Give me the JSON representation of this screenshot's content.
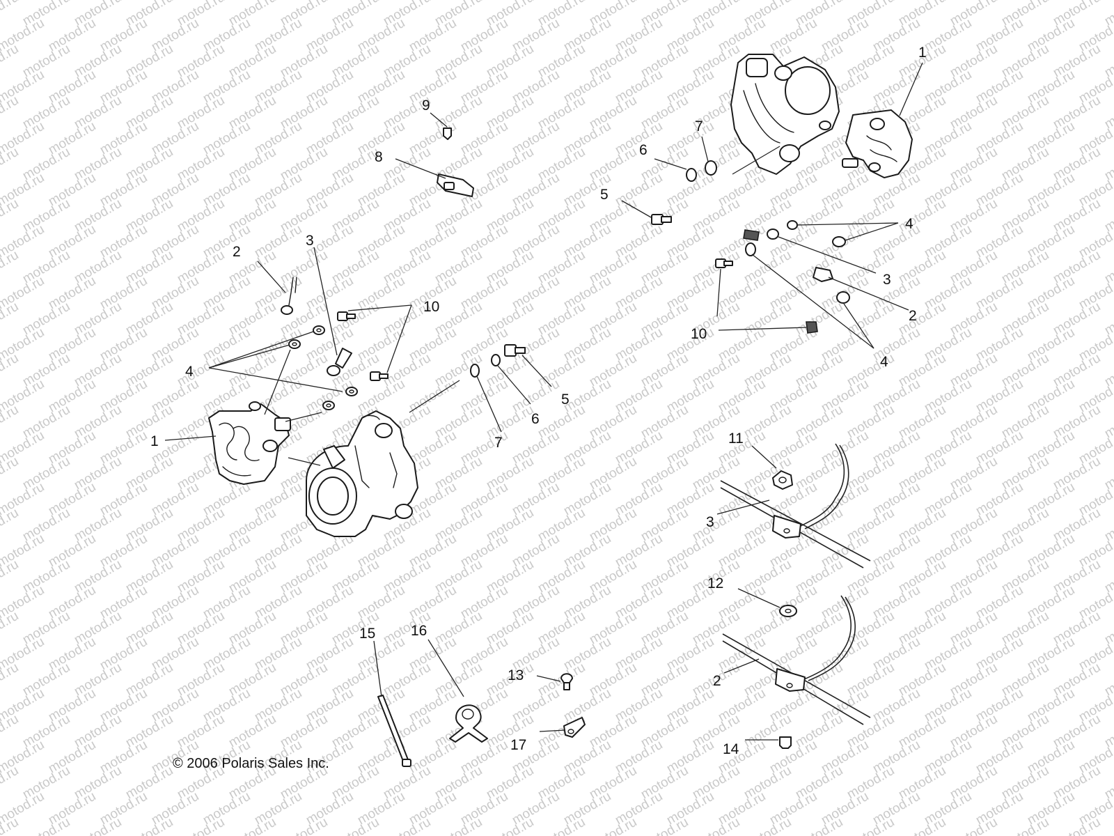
{
  "copyright": "© 2006 Polaris Sales Inc.",
  "watermark": "motod.ru",
  "callouts": [
    {
      "id": "c1a",
      "text": "1"
    },
    {
      "id": "c2a",
      "text": "2"
    },
    {
      "id": "c3a",
      "text": "3"
    },
    {
      "id": "c4a",
      "text": "4"
    },
    {
      "id": "c5a",
      "text": "5"
    },
    {
      "id": "c6a",
      "text": "6"
    },
    {
      "id": "c7a",
      "text": "7"
    },
    {
      "id": "c8",
      "text": "8"
    },
    {
      "id": "c9",
      "text": "9"
    },
    {
      "id": "c10a",
      "text": "10"
    },
    {
      "id": "c1b",
      "text": "1"
    },
    {
      "id": "c2b",
      "text": "2"
    },
    {
      "id": "c3b",
      "text": "3"
    },
    {
      "id": "c4b",
      "text": "4"
    },
    {
      "id": "c4c",
      "text": "4"
    },
    {
      "id": "c5b",
      "text": "5"
    },
    {
      "id": "c6b",
      "text": "6"
    },
    {
      "id": "c7b",
      "text": "7"
    },
    {
      "id": "c10b",
      "text": "10"
    },
    {
      "id": "c11",
      "text": "11"
    },
    {
      "id": "c3c",
      "text": "3"
    },
    {
      "id": "c12",
      "text": "12"
    },
    {
      "id": "c2c",
      "text": "2"
    },
    {
      "id": "c13",
      "text": "13"
    },
    {
      "id": "c14",
      "text": "14"
    },
    {
      "id": "c15",
      "text": "15"
    },
    {
      "id": "c16",
      "text": "16"
    },
    {
      "id": "c17",
      "text": "17"
    }
  ]
}
